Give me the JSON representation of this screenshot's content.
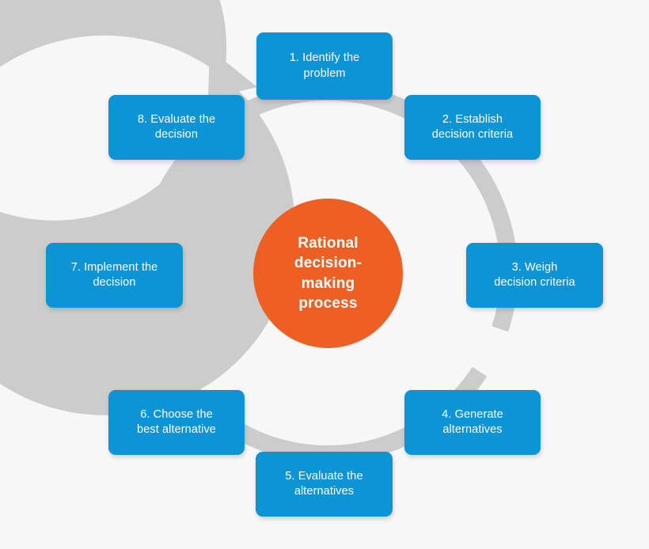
{
  "diagram": {
    "type": "circular-process",
    "background_color": "#f7f7f7",
    "ring_color": "#cccccc",
    "box_color": "#0d94d4",
    "center_color": "#ee5f23",
    "text_color": "#ffffff",
    "direction": "clockwise",
    "center": {
      "text": "Rational\ndecision-\nmaking\nprocess"
    },
    "steps": [
      {
        "number": "1",
        "label": "1. Identify the\nproblem"
      },
      {
        "number": "2",
        "label": "2. Establish\ndecision criteria"
      },
      {
        "number": "3",
        "label": "3. Weigh\ndecision criteria"
      },
      {
        "number": "4",
        "label": "4. Generate\nalternatives"
      },
      {
        "number": "5",
        "label": "5. Evaluate the\nalternatives"
      },
      {
        "number": "6",
        "label": "6. Choose the\nbest alternative"
      },
      {
        "number": "7",
        "label": "7. Implement the\ndecision"
      },
      {
        "number": "8",
        "label": "8. Evaluate the\ndecision"
      }
    ]
  }
}
